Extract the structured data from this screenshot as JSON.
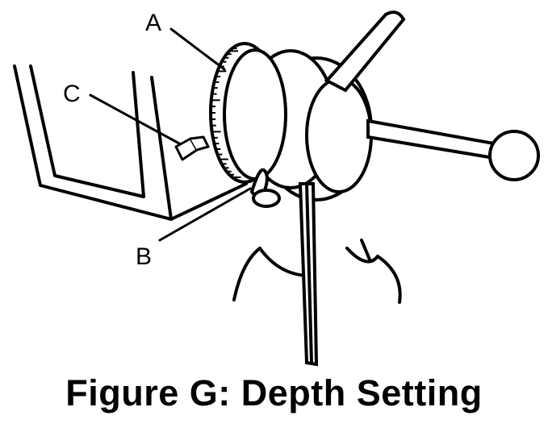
{
  "figure": {
    "caption": "Figure G:  Depth Setting",
    "callouts": [
      {
        "id": "A",
        "label": "A"
      },
      {
        "id": "B",
        "label": "B"
      },
      {
        "id": "C",
        "label": "C"
      }
    ]
  },
  "colors": {
    "ink": "#000000",
    "paper": "#ffffff"
  }
}
